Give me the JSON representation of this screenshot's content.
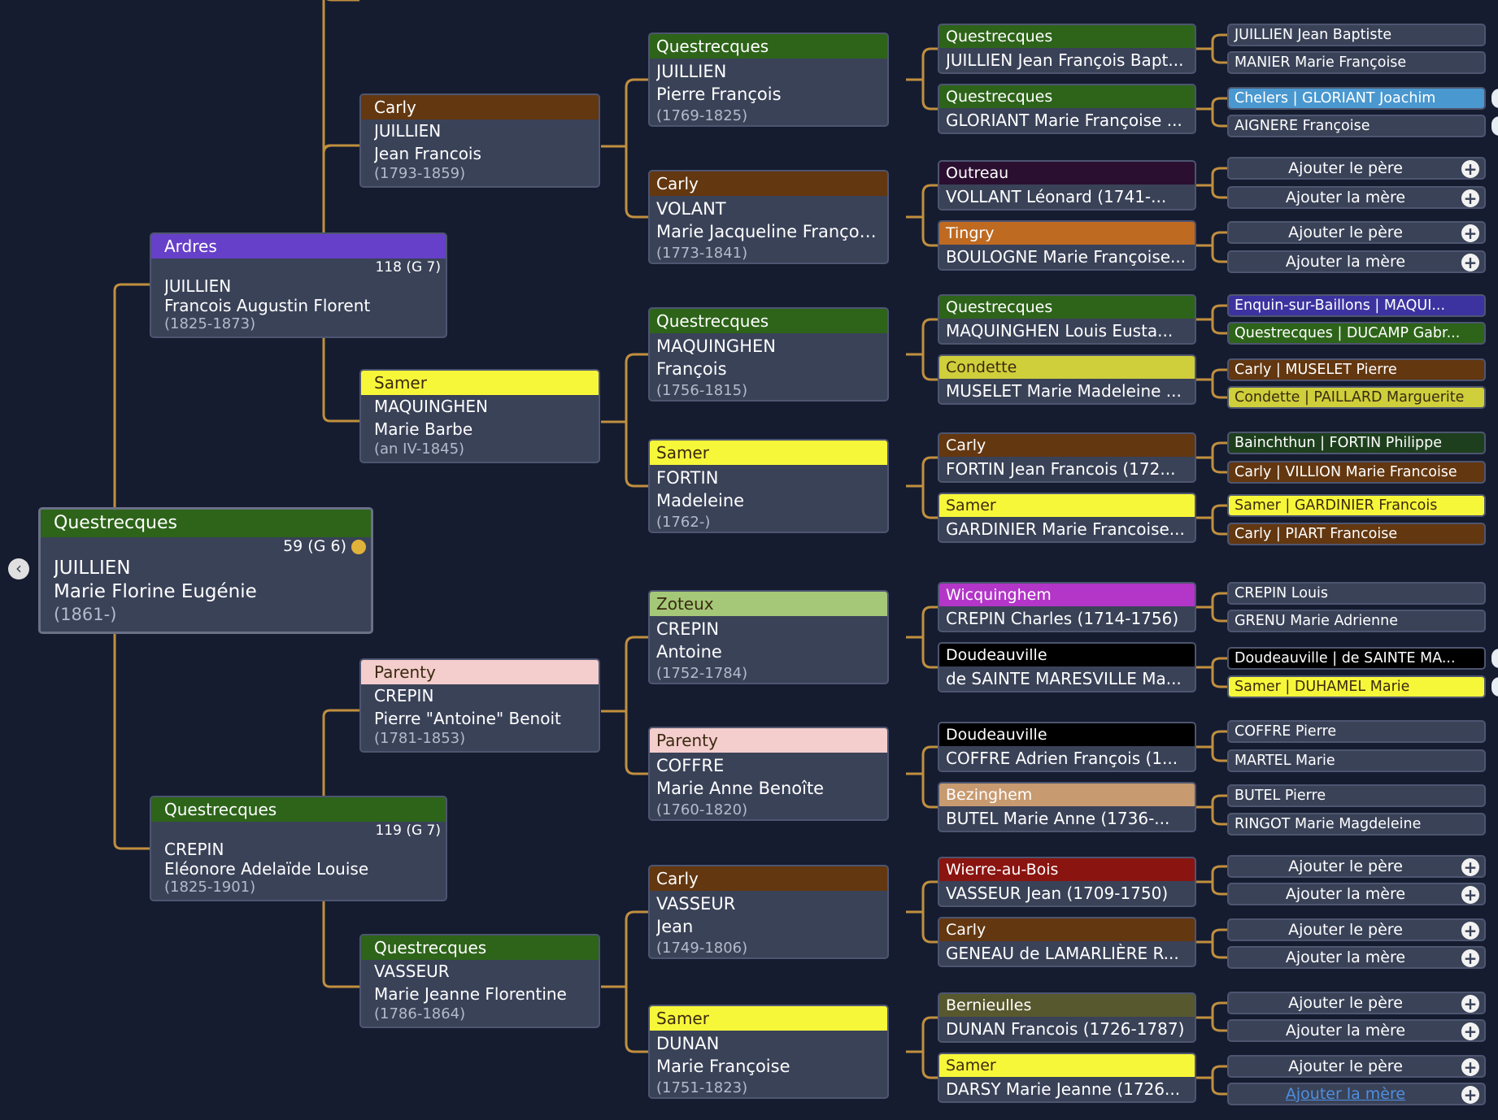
{
  "colors": {
    "Questrecques": "#2d6419",
    "Carly": "#633710",
    "Ardres": "#6740c9",
    "Samer": "#f7f73a",
    "Zoteux": "#a5c878",
    "Parenty": "#f4cdcd",
    "Outreau": "#2b0f30",
    "Tingry": "#bf6a21",
    "Condette": "#cfcf3b",
    "Wicquinghem": "#b336c8",
    "Doudeauville": "#000000",
    "Bezinghem": "#c89a70",
    "Wierre-au-Bois": "#8a1410",
    "Bernieulles": "#58582e",
    "Chelers": "#4a98d0",
    "Enquin-sur-Baillons": "#3c33a0",
    "Bainchthun": "#1e3f1e",
    "default": "#3a4258"
  },
  "tree": {
    "root": {
      "place": "Questrecques",
      "count": "59 (G 6)",
      "last": "JUILLIEN",
      "first": "Marie Florine Eugénie",
      "years": "(1861-)",
      "icon": "person-gold-icon"
    },
    "g1": [
      {
        "place": "Ardres",
        "count": "118 (G 7)",
        "last": "JUILLIEN",
        "first": "Francois Augustin Florent",
        "years": "(1825-1873)"
      },
      {
        "place": "Questrecques",
        "count": "119 (G 7)",
        "last": "CREPIN",
        "first": "Eléonore Adelaïde Louise",
        "years": "(1825-1901)"
      }
    ],
    "g2": [
      {
        "place": "Carly",
        "last": "JUILLIEN",
        "first": "Jean Francois",
        "years": "(1793-1859)"
      },
      {
        "place": "Samer",
        "last": "MAQUINGHEN",
        "first": "Marie Barbe",
        "years": "(an IV-1845)"
      },
      {
        "place": "Parenty",
        "last": "CREPIN",
        "first": "Pierre \"Antoine\" Benoit",
        "years": "(1781-1853)"
      },
      {
        "place": "Questrecques",
        "last": "VASSEUR",
        "first": "Marie Jeanne Florentine",
        "years": "(1786-1864)"
      }
    ],
    "g3": [
      {
        "place": "Questrecques",
        "last": "JUILLIEN",
        "first": "Pierre François",
        "years": "(1769-1825)"
      },
      {
        "place": "Carly",
        "last": "VOLANT",
        "first": "Marie Jacqueline Françoise",
        "years": "(1773-1841)"
      },
      {
        "place": "Questrecques",
        "last": "MAQUINGHEN",
        "first": "François",
        "years": "(1756-1815)"
      },
      {
        "place": "Samer",
        "last": "FORTIN",
        "first": "Madeleine",
        "years": "(1762-)"
      },
      {
        "place": "Zoteux",
        "last": "CREPIN",
        "first": "Antoine",
        "years": "(1752-1784)"
      },
      {
        "place": "Parenty",
        "last": "COFFRE",
        "first": "Marie Anne Benoîte",
        "years": "(1760-1820)"
      },
      {
        "place": "Carly",
        "last": "VASSEUR",
        "first": "Jean",
        "years": "(1749-1806)"
      },
      {
        "place": "Samer",
        "last": "DUNAN",
        "first": "Marie Françoise",
        "years": "(1751-1823)"
      }
    ],
    "g4": [
      {
        "place": "Questrecques",
        "name": "JUILLIEN Jean François Bapt..."
      },
      {
        "place": "Questrecques",
        "name": "GLORIANT Marie Françoise ..."
      },
      {
        "place": "Outreau",
        "name": "VOLLANT Léonard (1741-..."
      },
      {
        "place": "Tingry",
        "name": "BOULOGNE Marie Françoise..."
      },
      {
        "place": "Questrecques",
        "name": "MAQUINGHEN Louis Eusta..."
      },
      {
        "place": "Condette",
        "name": "MUSELET Marie Madeleine ..."
      },
      {
        "place": "Carly",
        "name": "FORTIN Jean Francois (172..."
      },
      {
        "place": "Samer",
        "name": "GARDINIER Marie Francoise..."
      },
      {
        "place": "Wicquinghem",
        "name": "CREPIN Charles (1714-1756)"
      },
      {
        "place": "Doudeauville",
        "name": "de SAINTE MARESVILLE Ma..."
      },
      {
        "place": "Doudeauville",
        "name": "COFFRE Adrien François (1..."
      },
      {
        "place": "Bezinghem",
        "name": "BUTEL Marie Anne (1736-..."
      },
      {
        "place": "Wierre-au-Bois",
        "name": "VASSEUR Jean (1709-1750)"
      },
      {
        "place": "Carly",
        "name": "GENEAU de LAMARLIÈRE R..."
      },
      {
        "place": "Bernieulles",
        "name": "DUNAN Francois (1726-1787)"
      },
      {
        "place": "Samer",
        "name": "DARSY Marie Jeanne (1726..."
      }
    ],
    "g5": [
      {
        "label": "JUILLIEN Jean Baptiste",
        "place": ""
      },
      {
        "label": "MANIER Marie Françoise",
        "place": ""
      },
      {
        "label": "Chelers | GLORIANT Joachim",
        "place": "Chelers",
        "nub": true
      },
      {
        "label": "AIGNERE Françoise",
        "place": "",
        "nub": true
      },
      {
        "label": "Ajouter le père",
        "place": "",
        "add": true
      },
      {
        "label": "Ajouter la mère",
        "place": "",
        "add": true
      },
      {
        "label": "Ajouter le père",
        "place": "",
        "add": true
      },
      {
        "label": "Ajouter la mère",
        "place": "",
        "add": true
      },
      {
        "label": "Enquin-sur-Baillons | MAQUI...",
        "place": "Enquin-sur-Baillons"
      },
      {
        "label": "Questrecques | DUCAMP Gabr...",
        "place": "Questrecques"
      },
      {
        "label": "Carly | MUSELET Pierre",
        "place": "Carly"
      },
      {
        "label": "Condette | PAILLARD Marguerite",
        "place": "Condette"
      },
      {
        "label": "Bainchthun | FORTIN Philippe",
        "place": "Bainchthun"
      },
      {
        "label": "Carly | VILLION Marie Francoise",
        "place": "Carly"
      },
      {
        "label": "Samer | GARDINIER Francois",
        "place": "Samer"
      },
      {
        "label": "Carly | PIART Francoise",
        "place": "Carly"
      },
      {
        "label": "CREPIN Louis",
        "place": ""
      },
      {
        "label": "GRENU Marie Adrienne",
        "place": ""
      },
      {
        "label": "Doudeauville | de SAINTE MA...",
        "place": "Doudeauville",
        "nub": true
      },
      {
        "label": "Samer | DUHAMEL Marie",
        "place": "Samer",
        "nub": true
      },
      {
        "label": "COFFRE Pierre",
        "place": ""
      },
      {
        "label": "MARTEL Marie",
        "place": ""
      },
      {
        "label": "BUTEL Pierre",
        "place": ""
      },
      {
        "label": "RINGOT Marie Magdeleine",
        "place": ""
      },
      {
        "label": "Ajouter le père",
        "place": "",
        "add": true
      },
      {
        "label": "Ajouter la mère",
        "place": "",
        "add": true
      },
      {
        "label": "Ajouter le père",
        "place": "",
        "add": true
      },
      {
        "label": "Ajouter la mère",
        "place": "",
        "add": true
      },
      {
        "label": "Ajouter le père",
        "place": "",
        "add": true
      },
      {
        "label": "Ajouter la mère",
        "place": "",
        "add": true
      },
      {
        "label": "Ajouter le père",
        "place": "",
        "add": true
      },
      {
        "label": "Ajouter la mère",
        "place": "",
        "add": true,
        "link": true
      }
    ]
  }
}
